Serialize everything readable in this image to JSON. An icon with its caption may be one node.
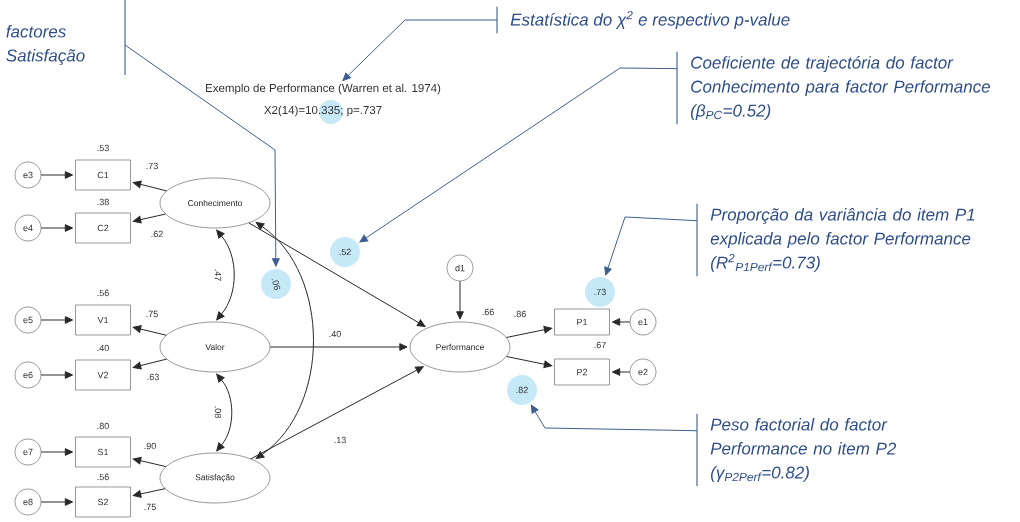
{
  "diagram": {
    "nodes": [
      {
        "text": [
          "factores Satisfação"
        ]
      },
      {
        "text": [
          "Estatística do χ$^{2}$ e respectivo p-value"
        ]
      },
      {
        "text": [
          "Exemplo de Performance (Warren et al. 1974)",
          "X2(14)=10.335; p=.737"
        ]
      },
      {
        "text": [
          "Coeficiente de trajectória do factor Conhecimento para factor Performance (β$_{PC}$=0.52)"
        ]
      },
      {
        "text": [
          "e3"
        ]
      },
      {
        "text": [
          "C1"
        ],
        "beside": [
          ".53"
        ]
      },
      {
        "text": [
          "Conhecimento"
        ]
      },
      {
        "text": [
          "e4"
        ]
      },
      {
        "text": [
          "C2"
        ],
        "beside": [
          ".38"
        ]
      },
      {
        "text": [
          ".06"
        ]
      },
      {
        "text": [
          ".52"
        ]
      },
      {
        "text": [
          "d1"
        ]
      },
      {
        "text": [
          "Proporção da variância do item P1 explicada pelo factor Performance (R$^{2}$$_{P1Perf}$=0.73)"
        ]
      },
      {
        "text": [
          ".73"
        ]
      },
      {
        "text": [
          "e5"
        ]
      },
      {
        "text": [
          "V1"
        ],
        "beside": [
          ".56"
        ]
      },
      {
        "text": [
          "Valor"
        ]
      },
      {
        "text": [
          "Performance"
        ],
        "beside": [
          ".66"
        ]
      },
      {
        "text": [
          "P1"
        ]
      },
      {
        "text": [
          "e1"
        ]
      },
      {
        "text": [
          "e6"
        ]
      },
      {
        "text": [
          "V2"
        ],
        "beside": [
          ".40"
        ]
      },
      {
        "text": [
          ".82"
        ]
      },
      {
        "text": [
          "P2"
        ],
        "beside": [
          ".67"
        ]
      },
      {
        "text": [
          "e2"
        ]
      },
      {
        "text": [
          "Peso factorial do factor Performance no item P2 (γ$_{P2Perf}$=0.82)"
        ]
      },
      {
        "text": [
          "e7"
        ]
      },
      {
        "text": [
          "S1"
        ],
        "beside": [
          ".80"
        ]
      },
      {
        "text": [
          "Satisfação"
        ]
      },
      {
        "text": [
          "e8"
        ]
      },
      {
        "text": [
          "S2"
        ],
        "beside": [
          ".56"
        ]
      }
    ],
    "edges": [
      {
        "from": 4,
        "to": 5,
        "arrow": "to"
      },
      {
        "from": 7,
        "to": 8,
        "arrow": "to"
      },
      {
        "from": 14,
        "to": 15,
        "arrow": "to"
      },
      {
        "from": 20,
        "to": 21,
        "arrow": "to"
      },
      {
        "from": 26,
        "to": 27,
        "arrow": "to"
      },
      {
        "from": 29,
        "to": 30,
        "arrow": "to"
      },
      {
        "from": 19,
        "to": 18,
        "arrow": "to"
      },
      {
        "from": 24,
        "to": 23,
        "arrow": "to"
      },
      {
        "from": 6,
        "to": 5,
        "arrow": "to",
        "label": ".73"
      },
      {
        "from": 6,
        "to": 8,
        "arrow": "to",
        "label": ".62"
      },
      {
        "from": 16,
        "to": 15,
        "arrow": "to",
        "label": ".75"
      },
      {
        "from": 16,
        "to": 21,
        "arrow": "to",
        "label": ".63"
      },
      {
        "from": 28,
        "to": 27,
        "arrow": "to",
        "label": ".90"
      },
      {
        "from": 28,
        "to": 30,
        "arrow": "to",
        "label": ".75"
      },
      {
        "from": 6,
        "to": 16,
        "arrow": "both",
        "label": ".47"
      },
      {
        "from": 16,
        "to": 28,
        "arrow": "both",
        "label": ".08"
      },
      {
        "from": 6,
        "to": 28,
        "arrow": "both"
      },
      {
        "from": 6,
        "to": 17,
        "arrow": "to"
      },
      {
        "from": 16,
        "to": 17,
        "arrow": "to",
        "label": ".40"
      },
      {
        "from": 28,
        "to": 17,
        "arrow": "to",
        "label": ".13"
      },
      {
        "from": 11,
        "to": 17,
        "arrow": "to"
      },
      {
        "from": 17,
        "to": 18,
        "arrow": "to",
        "label": ".86"
      },
      {
        "from": 17,
        "to": 23,
        "arrow": "to"
      },
      {
        "from": 0,
        "to": 9,
        "arrow": "to",
        "color": "#3d5e92"
      },
      {
        "from": 1,
        "to": 2,
        "arrow": "to",
        "color": "#3d5e92"
      },
      {
        "from": 3,
        "to": 10,
        "arrow": "to",
        "color": "#3d5e92"
      },
      {
        "from": 12,
        "to": 13,
        "arrow": "to",
        "color": "#3d5e92"
      },
      {
        "from": 25,
        "to": 22,
        "arrow": "to",
        "color": "#3d5e92"
      }
    ]
  }
}
